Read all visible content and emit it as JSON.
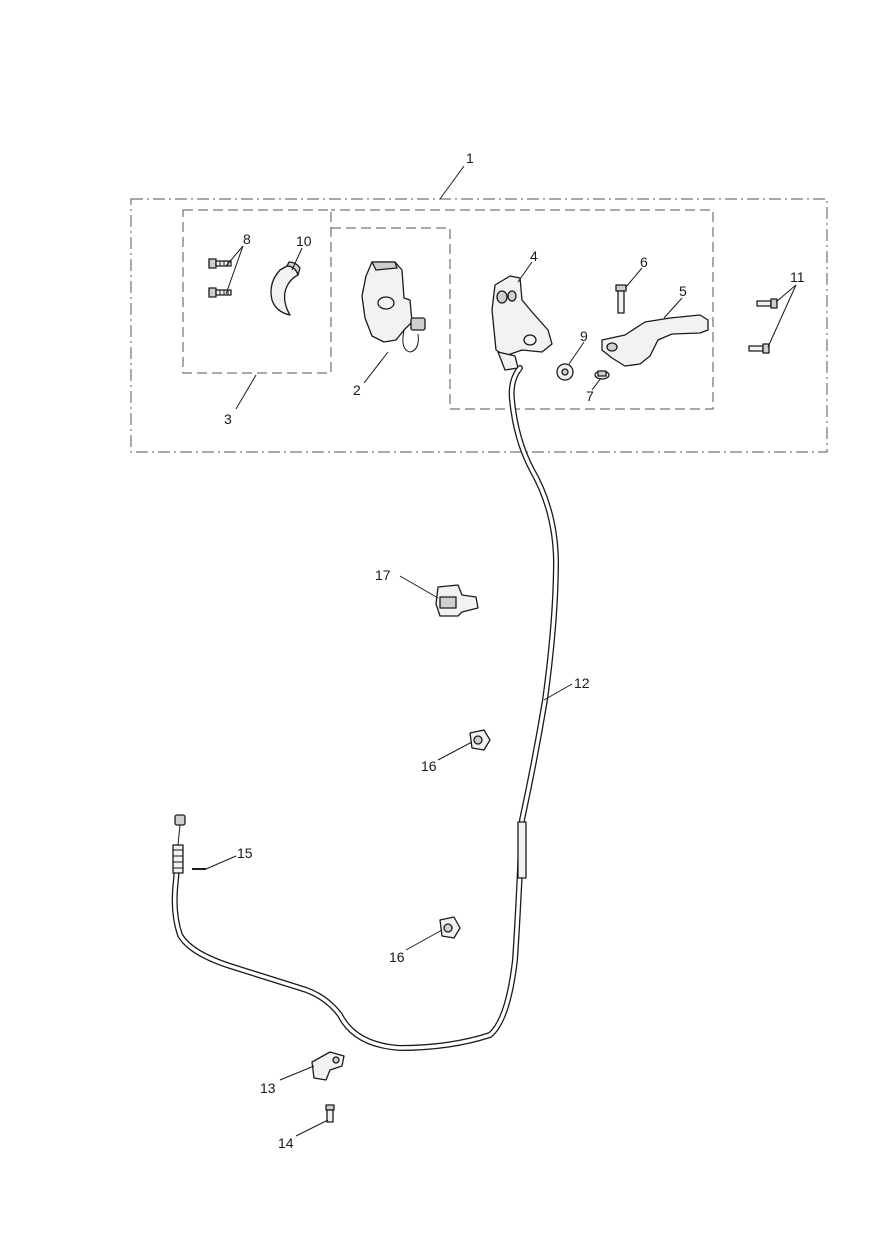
{
  "diagram": {
    "callouts": {
      "c1": "1",
      "c2": "2",
      "c3": "3",
      "c4": "4",
      "c5": "5",
      "c6": "6",
      "c7": "7",
      "c8": "8",
      "c9": "9",
      "c10": "10",
      "c11": "11",
      "c12": "12",
      "c13": "13",
      "c14": "14",
      "c15": "15",
      "c16a": "16",
      "c16b": "16",
      "c17": "17"
    },
    "icons": {
      "bolt": "bolt-icon",
      "bush": "bush-icon",
      "switch_housing": "switch-housing-icon",
      "clutch_lever_bracket": "lever-bracket-icon",
      "lever": "lever-icon",
      "pivot_bolt": "pivot-bolt-icon",
      "nut": "nut-icon",
      "cable": "cable-icon",
      "cable_clip": "cable-clip-icon",
      "adjuster": "adjuster-icon",
      "bracket": "bracket-icon",
      "screw": "screw-icon",
      "spring_pin": "pin-icon"
    }
  }
}
